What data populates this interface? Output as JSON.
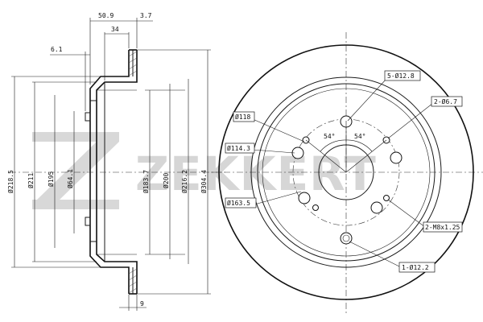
{
  "watermark": {
    "text": "ZEKKERT",
    "color": "#d6d6d6"
  },
  "side_view": {
    "top_dims": [
      "50.9",
      "3.7",
      "34",
      "6.1"
    ],
    "bottom_dims": [
      "9"
    ],
    "vertical_dims": [
      "Ø218.5",
      "Ø211",
      "Ø195",
      "Ø64.1",
      "Ø183.7",
      "Ø200",
      "Ø216.2",
      "Ø304.4"
    ]
  },
  "front_view": {
    "callouts": {
      "c1": "5-Ø12.8",
      "c2": "2-Ø6.7",
      "c3": "Ø118",
      "c4": "Ø114.3",
      "c5": "Ø163.5",
      "c6": "2-M8x1.25",
      "c7": "1-Ø12.2"
    },
    "angles": [
      "54°",
      "54°"
    ]
  }
}
